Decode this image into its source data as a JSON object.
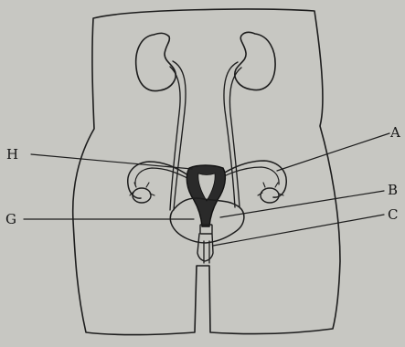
{
  "figure": {
    "background": "#c7c7c2",
    "ink": "#1d1d1d",
    "labels": {
      "a": "A",
      "b": "B",
      "c": "C",
      "g": "G",
      "h": "H"
    }
  },
  "structures": [
    "body-outline",
    "left-kidney",
    "right-kidney",
    "left-ureter",
    "right-ureter",
    "uterus",
    "left-fallopian-tube",
    "right-fallopian-tube",
    "left-ovary",
    "right-ovary",
    "urinary-bladder",
    "cervix",
    "vagina"
  ]
}
